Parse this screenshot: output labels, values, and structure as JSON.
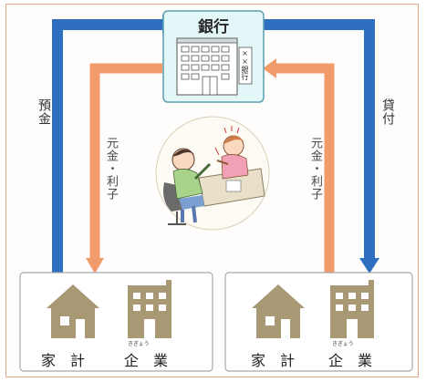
{
  "bank": {
    "title": "銀行",
    "sign": "××銀行"
  },
  "flows": {
    "deposit": "預金",
    "loan": "貸付",
    "principal_interest_left": "元金・利子",
    "principal_interest_right": "元金・利子"
  },
  "groups": {
    "left": {
      "household": "家　計",
      "company": "企　業",
      "company_ruby": "きぎょう"
    },
    "right": {
      "household": "家　計",
      "company": "企　業",
      "company_ruby": "きぎょう"
    }
  },
  "colors": {
    "blue_arrow": "#2e6fc2",
    "orange_arrow": "#f19a6a",
    "bank_fill": "#e3f6f8",
    "icon_tan": "#a99874",
    "panel_border": "#a8a8a8",
    "outer_border": "#e7a88a"
  },
  "icons": [
    "house-icon",
    "office-building-icon",
    "bank-building-icon",
    "bank-counter-illustration"
  ]
}
